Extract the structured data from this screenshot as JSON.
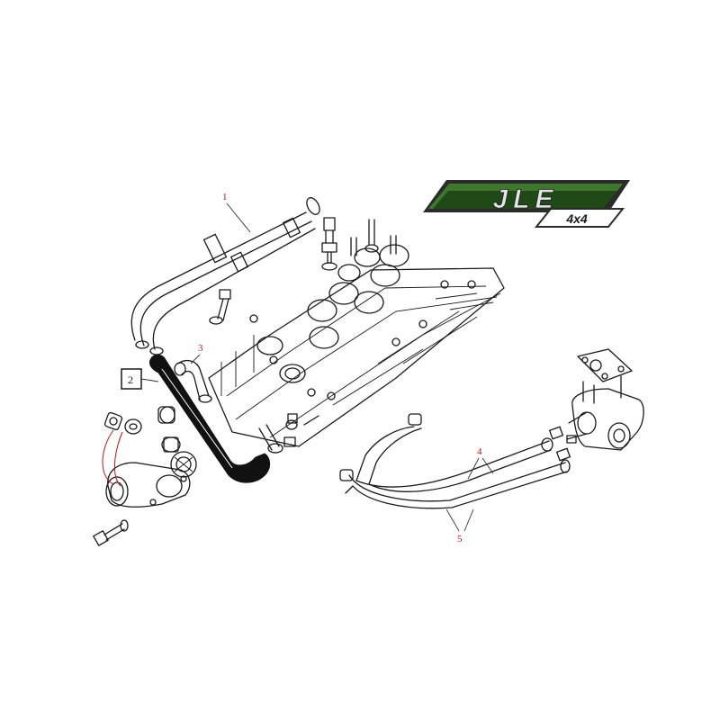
{
  "logo": {
    "brand": "JLE",
    "tagline": "4x4",
    "colors": {
      "green_dark": "#1f4a17",
      "green_light": "#4f8a3a",
      "frame": "#3a3a3a"
    }
  },
  "callouts": [
    {
      "id": "1",
      "label": "1",
      "style": "red"
    },
    {
      "id": "2",
      "label": "2",
      "style": "boxed"
    },
    {
      "id": "3",
      "label": "3",
      "style": "red"
    },
    {
      "id": "4",
      "label": "4",
      "style": "red"
    },
    {
      "id": "5",
      "label": "5",
      "style": "red"
    }
  ],
  "colors": {
    "callout": "#c0141c",
    "line": "#1a1a1a",
    "background": "#ffffff"
  }
}
